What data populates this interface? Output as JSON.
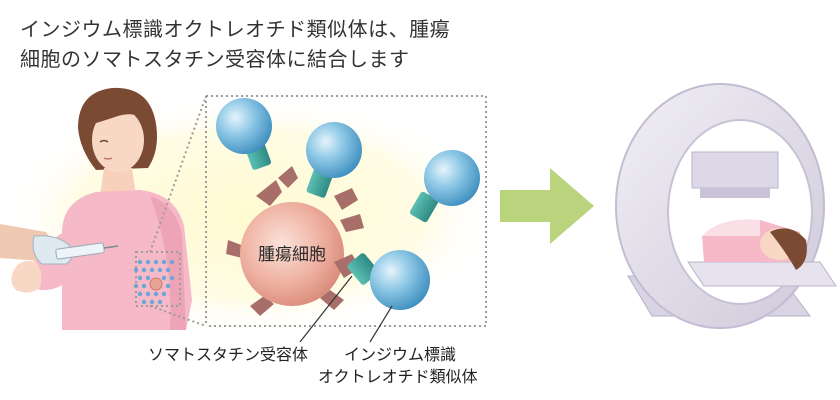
{
  "headline": {
    "line1": "インジウム標識オクトレオチド類似体は、腫瘍",
    "line2": "細胞のソマトスタチン受容体に結合します"
  },
  "tumor_cell_label": "腫瘍細胞",
  "callouts": {
    "receptor": "ソマトスタチン受容体",
    "analog_line1": "インジウム標識",
    "analog_line2": "オクトレオチド類似体"
  },
  "colors": {
    "molecule_blue": "#5fa9d6",
    "stem_teal": "#3fa39b",
    "receptor_mauve": "#a86f6a",
    "cell_pink": "#e9a294",
    "arrow_green": "#b9d47c",
    "glow_yellow": "#fffbd0",
    "scanner_lilac": "#e3dfea"
  }
}
